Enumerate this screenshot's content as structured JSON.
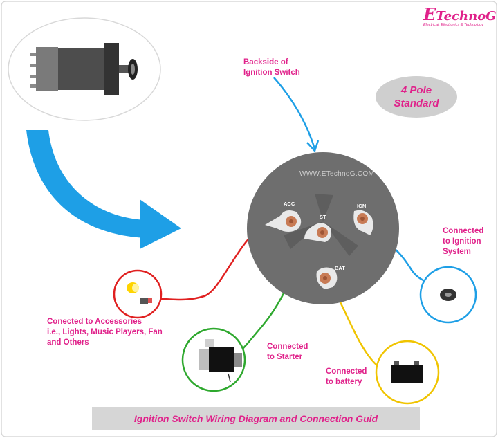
{
  "logo": {
    "brand_initial": "E",
    "brand_rest": "TechnoG",
    "tagline": "Electrical, Electronics & Technology"
  },
  "badge": {
    "line1": "4 Pole",
    "line2": "Standard"
  },
  "labels": {
    "backside_line1": "Backside of",
    "backside_line2": "Ignition Switch",
    "watermark": "WWW.ETechnoG.COM",
    "acc_line1": "Conected to Accessories",
    "acc_line2": "i.e., Lights, Music Players, Fan",
    "acc_line3": "and Others",
    "starter_line1": "Connected",
    "starter_line2": "to Starter",
    "battery_line1": "Connected",
    "battery_line2": "to battery",
    "ignition_line1": "Connected",
    "ignition_line2": "to Ignition",
    "ignition_line3": "System"
  },
  "terminals": {
    "acc": "ACC",
    "st": "ST",
    "ign": "IGN",
    "bat": "BAT"
  },
  "footer": {
    "title": "Ignition Switch Wiring Diagram and Connection Guid"
  },
  "colors": {
    "accent": "#e0218a",
    "arrow_blue": "#1e9fe6",
    "wire_red": "#e02020",
    "wire_green": "#2ea82e",
    "wire_yellow": "#f0c400",
    "wire_blue": "#1e9fe6",
    "switch_body": "#6e6e6e",
    "terminal": "#c87b55"
  }
}
